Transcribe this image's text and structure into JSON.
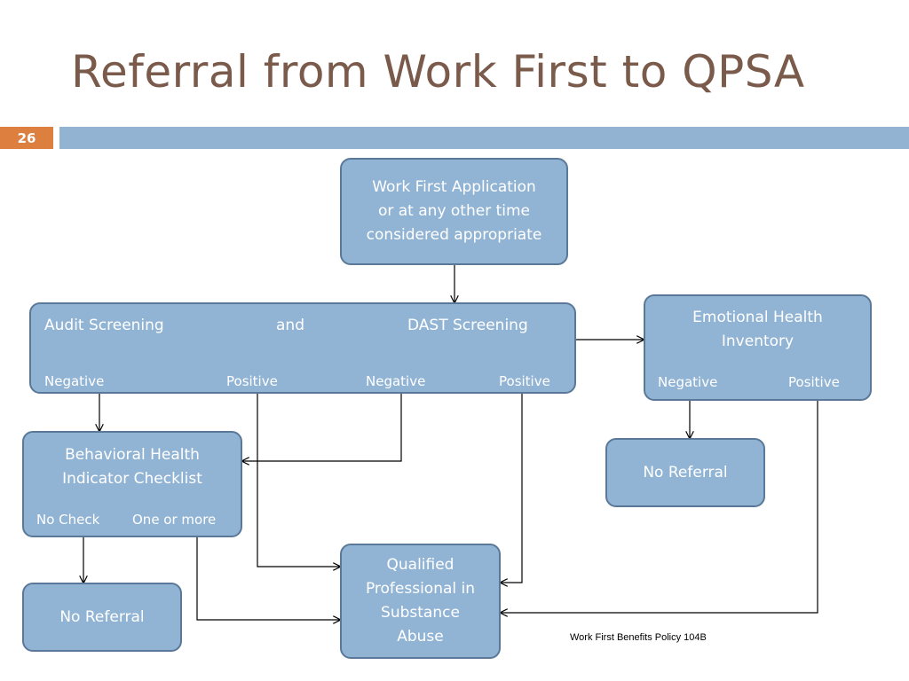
{
  "slide": {
    "title": "Referral from Work First to QPSA",
    "number": "26",
    "footer": "Work First Benefits Policy 104B"
  },
  "nodes": {
    "application": {
      "lines": [
        "Work First Application",
        "or at any other time",
        "considered appropriate"
      ]
    },
    "screening": {
      "audit": "Audit Screening",
      "and": "and",
      "dast": "DAST Screening",
      "outcomes": [
        "Negative",
        "Positive",
        "Negative",
        "Positive"
      ]
    },
    "emotional": {
      "lines": [
        "Emotional Health",
        "Inventory"
      ],
      "outcomes": [
        "Negative",
        "Positive"
      ]
    },
    "behavioral": {
      "lines": [
        "Behavioral Health",
        "Indicator Checklist"
      ],
      "outcomes": [
        "No Check",
        "One or more"
      ]
    },
    "no_referral_right": {
      "label": "No Referral"
    },
    "no_referral_left": {
      "label": "No Referral"
    },
    "qpsa": {
      "lines": [
        "Qualified",
        "Professional in",
        "Substance",
        "Abuse"
      ]
    }
  },
  "colors": {
    "box_fill": "#92b4d4",
    "box_border": "#5a7898",
    "title": "#7a5a4a",
    "accent": "#dd7f3f",
    "bar": "#93b3d3"
  }
}
